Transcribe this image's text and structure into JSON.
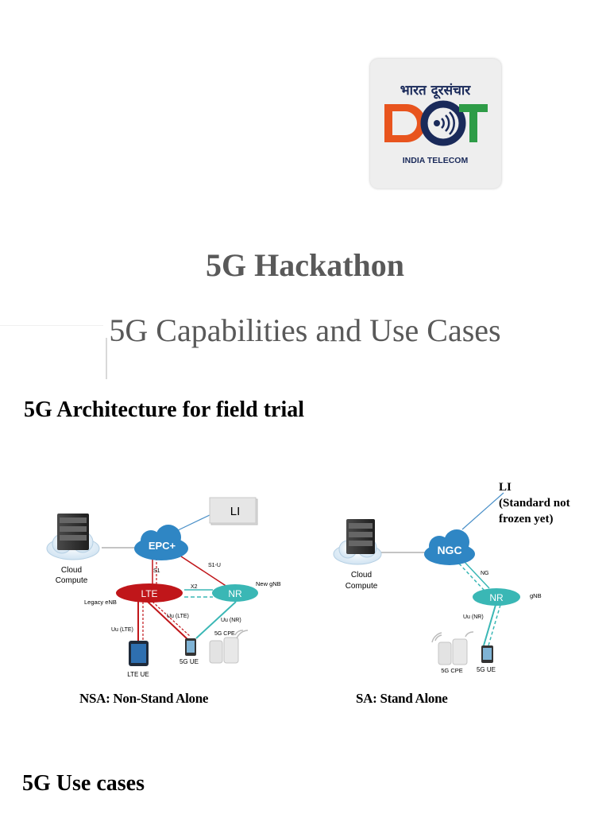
{
  "logo": {
    "hindi_text": "भारत दूरसंचार",
    "letters": "DOT",
    "tagline": "INDIA TELECOM",
    "colors": {
      "orange": "#e8541e",
      "green": "#2e9c47",
      "navy": "#1a2a5a"
    }
  },
  "title": "5G Hackathon",
  "subtitle": "5G Capabilities and Use Cases",
  "architecture": {
    "heading": "5G Architecture for field trial",
    "nsa": {
      "caption": "NSA: Non-Stand Alone",
      "labels": {
        "cloud": [
          "Cloud",
          "Compute"
        ],
        "epc": "EPC+",
        "li": "LI",
        "lte": "LTE",
        "nr": "NR",
        "s1": "S1",
        "s1u": "S1-U",
        "x2": "X2",
        "new_gnb": "New gNB",
        "legacy_enb": "Legacy eNB",
        "uu_lte_1": "Uu (LTE)",
        "uu_lte_2": "Uu (LTE)",
        "uu_nr": "Uu (NR)",
        "cpe": "5G CPE",
        "ue_5g": "5G UE",
        "ue_lte": "LTE UE"
      }
    },
    "sa": {
      "caption": "SA: Stand Alone",
      "li_note": [
        "LI",
        "(Standard not",
        "frozen yet)"
      ],
      "labels": {
        "cloud": [
          "Cloud",
          "Compute"
        ],
        "ngc": "NGC",
        "ng": "NG",
        "nr": "NR",
        "gnb": "gNB",
        "uu_nr": "Uu (NR)",
        "cpe": "5G CPE",
        "ue_5g": "5G UE"
      }
    },
    "colors": {
      "core_blue": "#2f86c4",
      "lte_red": "#c0161a",
      "nr_teal": "#3ab7b5",
      "link_red": "#c0161a",
      "link_teal": "#3ab7b5",
      "link_blue": "#4a90c8"
    }
  },
  "use_cases_heading": "5G Use cases"
}
